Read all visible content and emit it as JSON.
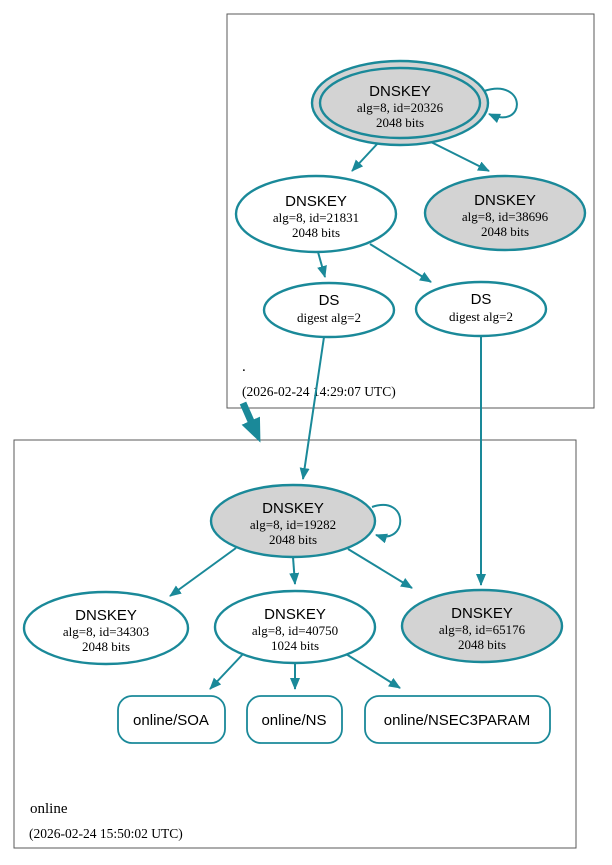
{
  "colors": {
    "edge-teal": "#1a8999",
    "node-gray": "#d3d3d3",
    "node-white": "#ffffff",
    "box-border": "#5a5a5a",
    "text": "#000000",
    "background": "#ffffff"
  },
  "zones": {
    "root": {
      "name": ".",
      "timestamp": "(2026-02-24 14:29:07 UTC)"
    },
    "online": {
      "name": "online",
      "timestamp": "(2026-02-24 15:50:02 UTC)"
    }
  },
  "nodes": {
    "dnskey_20326": {
      "type": "DNSKEY",
      "detail": "alg=8, id=20326",
      "bits": "2048 bits"
    },
    "dnskey_21831": {
      "type": "DNSKEY",
      "detail": "alg=8, id=21831",
      "bits": "2048 bits"
    },
    "dnskey_38696": {
      "type": "DNSKEY",
      "detail": "alg=8, id=38696",
      "bits": "2048 bits"
    },
    "ds_root_left": {
      "type": "DS",
      "detail": "digest alg=2"
    },
    "ds_root_right": {
      "type": "DS",
      "detail": "digest alg=2"
    },
    "dnskey_19282": {
      "type": "DNSKEY",
      "detail": "alg=8, id=19282",
      "bits": "2048 bits"
    },
    "dnskey_34303": {
      "type": "DNSKEY",
      "detail": "alg=8, id=34303",
      "bits": "2048 bits"
    },
    "dnskey_40750": {
      "type": "DNSKEY",
      "detail": "alg=8, id=40750",
      "bits": "1024 bits"
    },
    "dnskey_65176": {
      "type": "DNSKEY",
      "detail": "alg=8, id=65176",
      "bits": "2048 bits"
    },
    "rrset_soa": {
      "label": "online/SOA"
    },
    "rrset_ns": {
      "label": "online/NS"
    },
    "rrset_nsec3param": {
      "label": "online/NSEC3PARAM"
    }
  }
}
